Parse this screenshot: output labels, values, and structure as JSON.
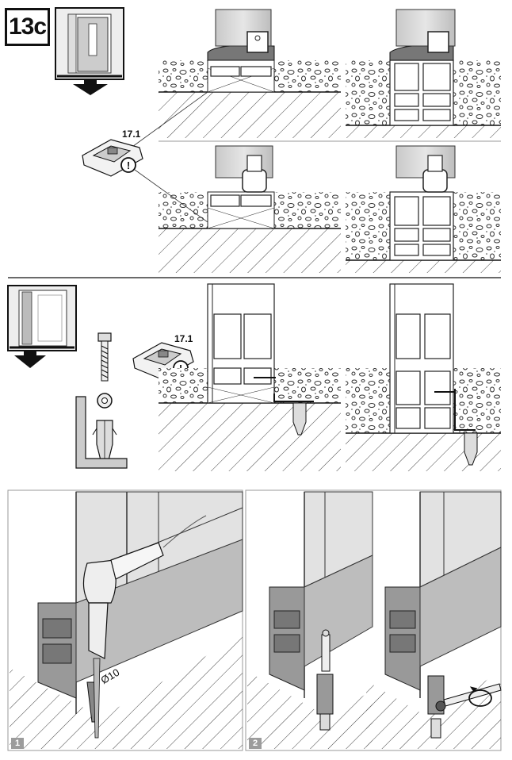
{
  "step_badge": "13c",
  "part_ref_top": "17.1",
  "part_ref_middle": "17.1",
  "drill_diameter": "Ø10",
  "substep_1": "1",
  "substep_2": "2"
}
